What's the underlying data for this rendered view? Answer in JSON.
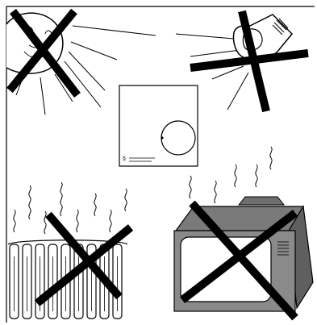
{
  "sensor_unit": {
    "mark": "§"
  },
  "scene": {
    "prohibited": [
      "sun",
      "lamp",
      "radiator",
      "television"
    ],
    "allowed": [
      "sensor-unit"
    ],
    "colors": {
      "line": "#000000",
      "tv_body": "#8a8a8a",
      "tv_top": "#6e6e6e",
      "background": "#ffffff"
    },
    "icons": [
      "sun-icon",
      "lamp-icon",
      "radiator-icon",
      "television-icon",
      "heat-wave-icon",
      "cross-mark-icon"
    ]
  }
}
